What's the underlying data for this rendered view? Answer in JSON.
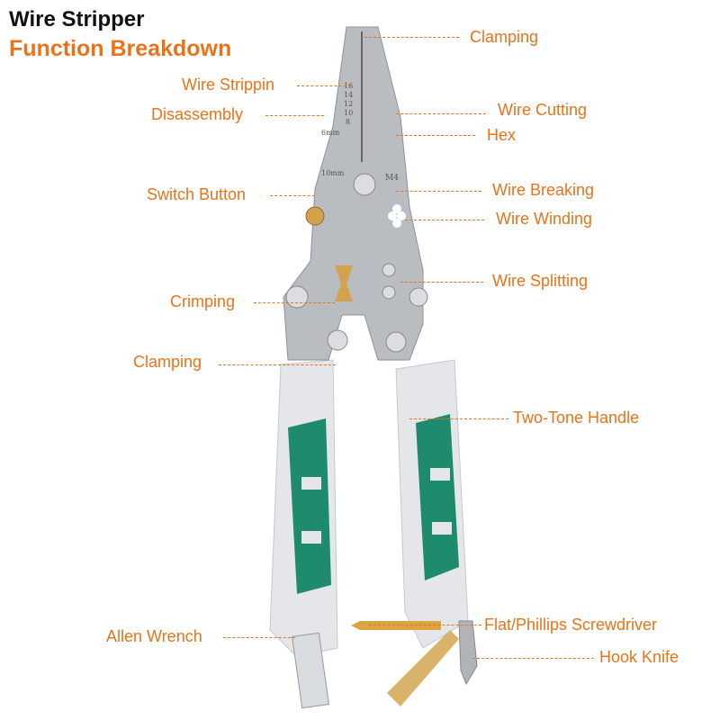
{
  "title": "Wire Stripper",
  "subtitle": "Function Breakdown",
  "accent_color": "#E8731A",
  "handle_color": "#1E8A6E",
  "labels": {
    "clamping_top": "Clamping",
    "wire_stripping": "Wire Strippin",
    "disassembly": "Disassembly",
    "wire_cutting": "Wire Cutting",
    "hex": "Hex",
    "switch_button": "Switch Button",
    "wire_breaking": "Wire Breaking",
    "wire_winding": "Wire Winding",
    "wire_splitting": "Wire Splitting",
    "crimping": "Crimping",
    "clamping_bottom": "Clamping",
    "two_tone_handle": "Two-Tone Handle",
    "allen_wrench": "Allen Wrench",
    "screwdriver": "Flat/Phillips Screwdriver",
    "hook_knife": "Hook Knife"
  },
  "tool_markings": {
    "gauges": [
      "16",
      "14",
      "12",
      "10",
      "8"
    ],
    "six_mm": "6mm",
    "ten_mm": "10mm",
    "m4": "M4"
  }
}
